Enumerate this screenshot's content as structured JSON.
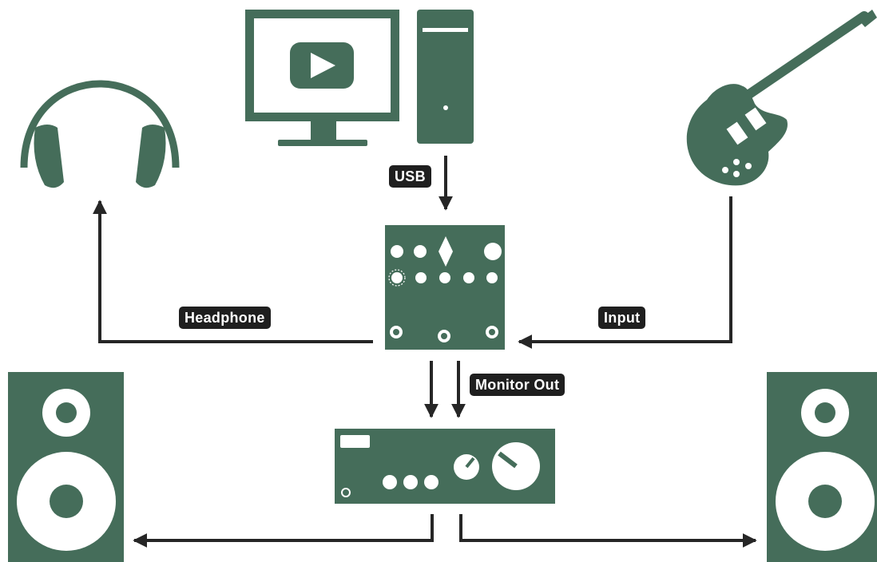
{
  "labels": {
    "usb": "USB",
    "headphone": "Headphone",
    "input": "Input",
    "monitor_out": "Monitor Out"
  },
  "colors": {
    "device_green": "#456d5a",
    "arrow_dark": "#262626",
    "label_bg": "#1f1f1f",
    "label_text": "#ffffff",
    "background": "#ffffff"
  },
  "devices": [
    "headphones-icon",
    "monitor-icon",
    "pc-tower-icon",
    "electric-guitar-icon",
    "audio-interface-icon",
    "monitor-controller-icon",
    "left-speaker-icon",
    "right-speaker-icon"
  ]
}
